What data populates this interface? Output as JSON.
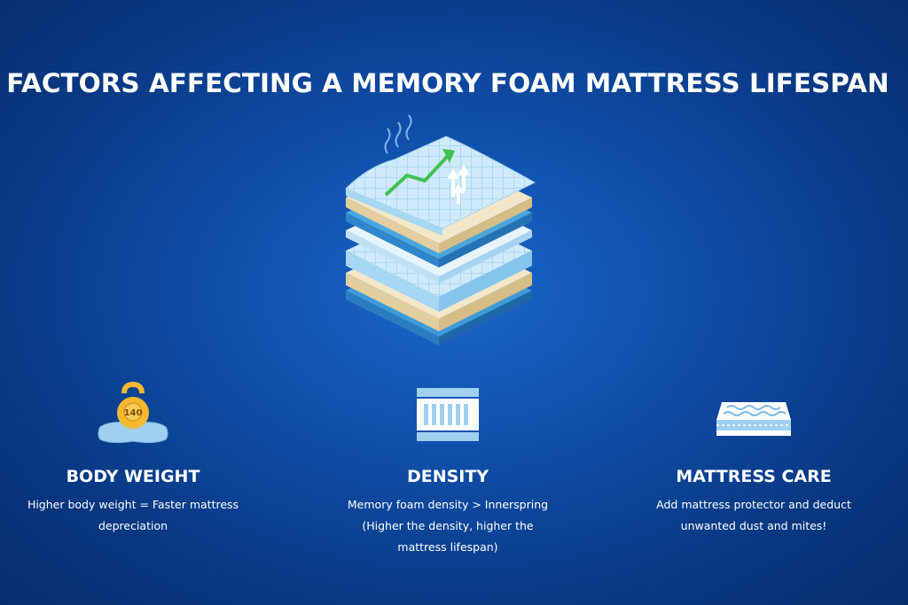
{
  "title": "FACTORS AFFECTING A MEMORY FOAM MATTRESS LIFESPAN",
  "colors": {
    "background": "#0f4ea8",
    "text": "#ffffff",
    "foam_light": "#bfe3f7",
    "foam_beige": "#efe2c2",
    "foam_blue": "#4aa6dd",
    "arrow_green": "#3fc24f",
    "weight_yellow": "#f5b82e"
  },
  "icons": {
    "hero": "layered-mattress-illustration",
    "body_weight": "kettlebell-on-cushion-icon",
    "density": "innerspring-coil-icon",
    "mattress_care": "mattress-protector-icon"
  },
  "factors": [
    {
      "heading": "BODY WEIGHT",
      "description": "Higher body weight = Faster mattress depreciation",
      "icon_label": "140"
    },
    {
      "heading": "DENSITY",
      "description": "Memory foam density > Innerspring (Higher the density, higher the mattress lifespan)"
    },
    {
      "heading": "MATTRESS CARE",
      "description": "Add mattress protector and deduct unwanted dust and mites!"
    }
  ]
}
